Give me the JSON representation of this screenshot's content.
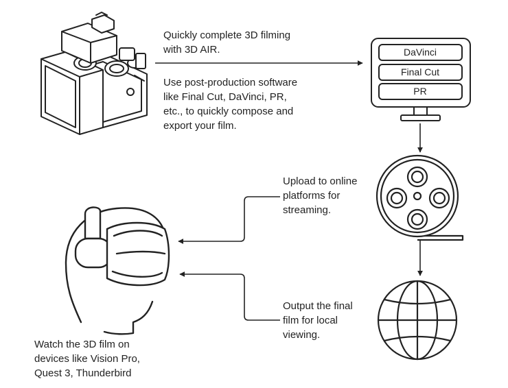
{
  "steps": {
    "filming": {
      "lines": [
        "Quickly complete 3D filming",
        "with 3D AIR."
      ]
    },
    "post_production": {
      "lines": [
        "Use post-production software",
        "like Final Cut, DaVinci, PR,",
        "etc., to quickly compose and",
        "export your film."
      ]
    },
    "upload": {
      "lines": [
        "Upload to online",
        "platforms for",
        "streaming."
      ]
    },
    "output": {
      "lines": [
        "Output the final",
        "film for local",
        "viewing."
      ]
    },
    "watch": {
      "lines": [
        "Watch the 3D film on",
        "devices like Vision Pro,",
        "Quest 3, Thunderbird"
      ]
    }
  },
  "monitor": {
    "software": [
      "DaVinci",
      "Final Cut",
      "PR"
    ]
  },
  "icons": {
    "camera": "camera-rig-icon",
    "monitor": "monitor-icon",
    "film_reel": "film-reel-icon",
    "globe": "globe-icon",
    "headset": "vr-headset-icon"
  },
  "colors": {
    "line": "#222222",
    "text": "#222222",
    "background": "#ffffff"
  }
}
